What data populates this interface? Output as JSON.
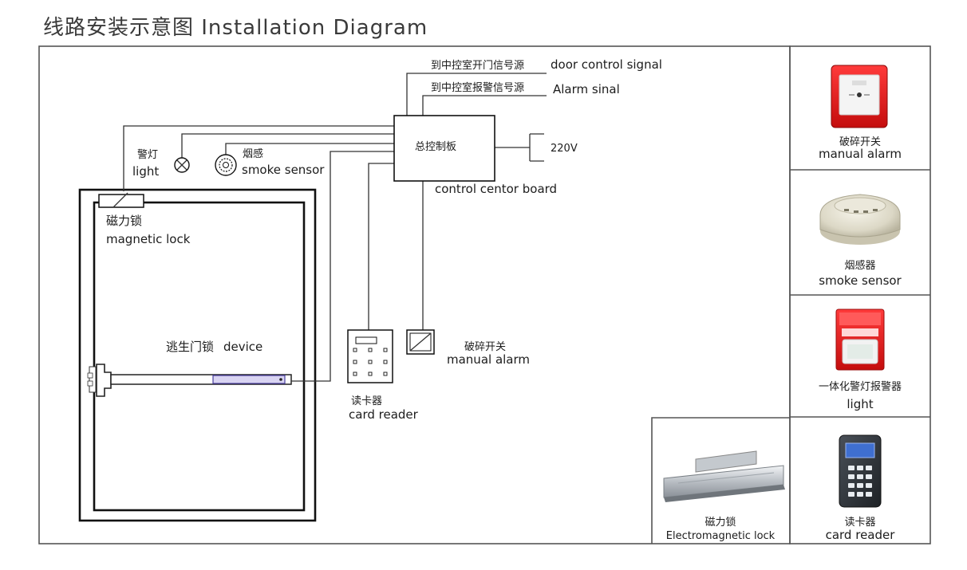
{
  "title": "线路安装示意图 Installation Diagram",
  "diagram": {
    "signals": {
      "door_cn": "到中控室开门信号源",
      "door_en": "door control signal",
      "alarm_cn": "到中控室报警信号源",
      "alarm_en": "Alarm sinal"
    },
    "control_board": {
      "cn": "总控制板",
      "en": "control centor board"
    },
    "power": "220V",
    "light": {
      "cn": "警灯",
      "en": "light"
    },
    "smoke": {
      "cn": "烟感",
      "en": "smoke sensor"
    },
    "magnetic_lock": {
      "cn": "磁力锁",
      "en": "magnetic lock"
    },
    "escape_lock": {
      "cn": "逃生门锁",
      "en": "device"
    },
    "card_reader": {
      "cn": "读卡器",
      "en": "card reader"
    },
    "manual_alarm": {
      "cn": "破碎开关",
      "en": "manual alarm"
    }
  },
  "legend": {
    "manual_alarm": {
      "cn": "破碎开关",
      "en": "manual alarm"
    },
    "smoke_sensor": {
      "cn": "烟感器",
      "en": "smoke sensor"
    },
    "light": {
      "cn": "一体化警灯报警器",
      "en": "light"
    },
    "card_reader": {
      "cn": "读卡器",
      "en": "card reader"
    },
    "electromagnetic_lock": {
      "cn": "磁力锁",
      "en": "Electromagnetic lock"
    }
  }
}
